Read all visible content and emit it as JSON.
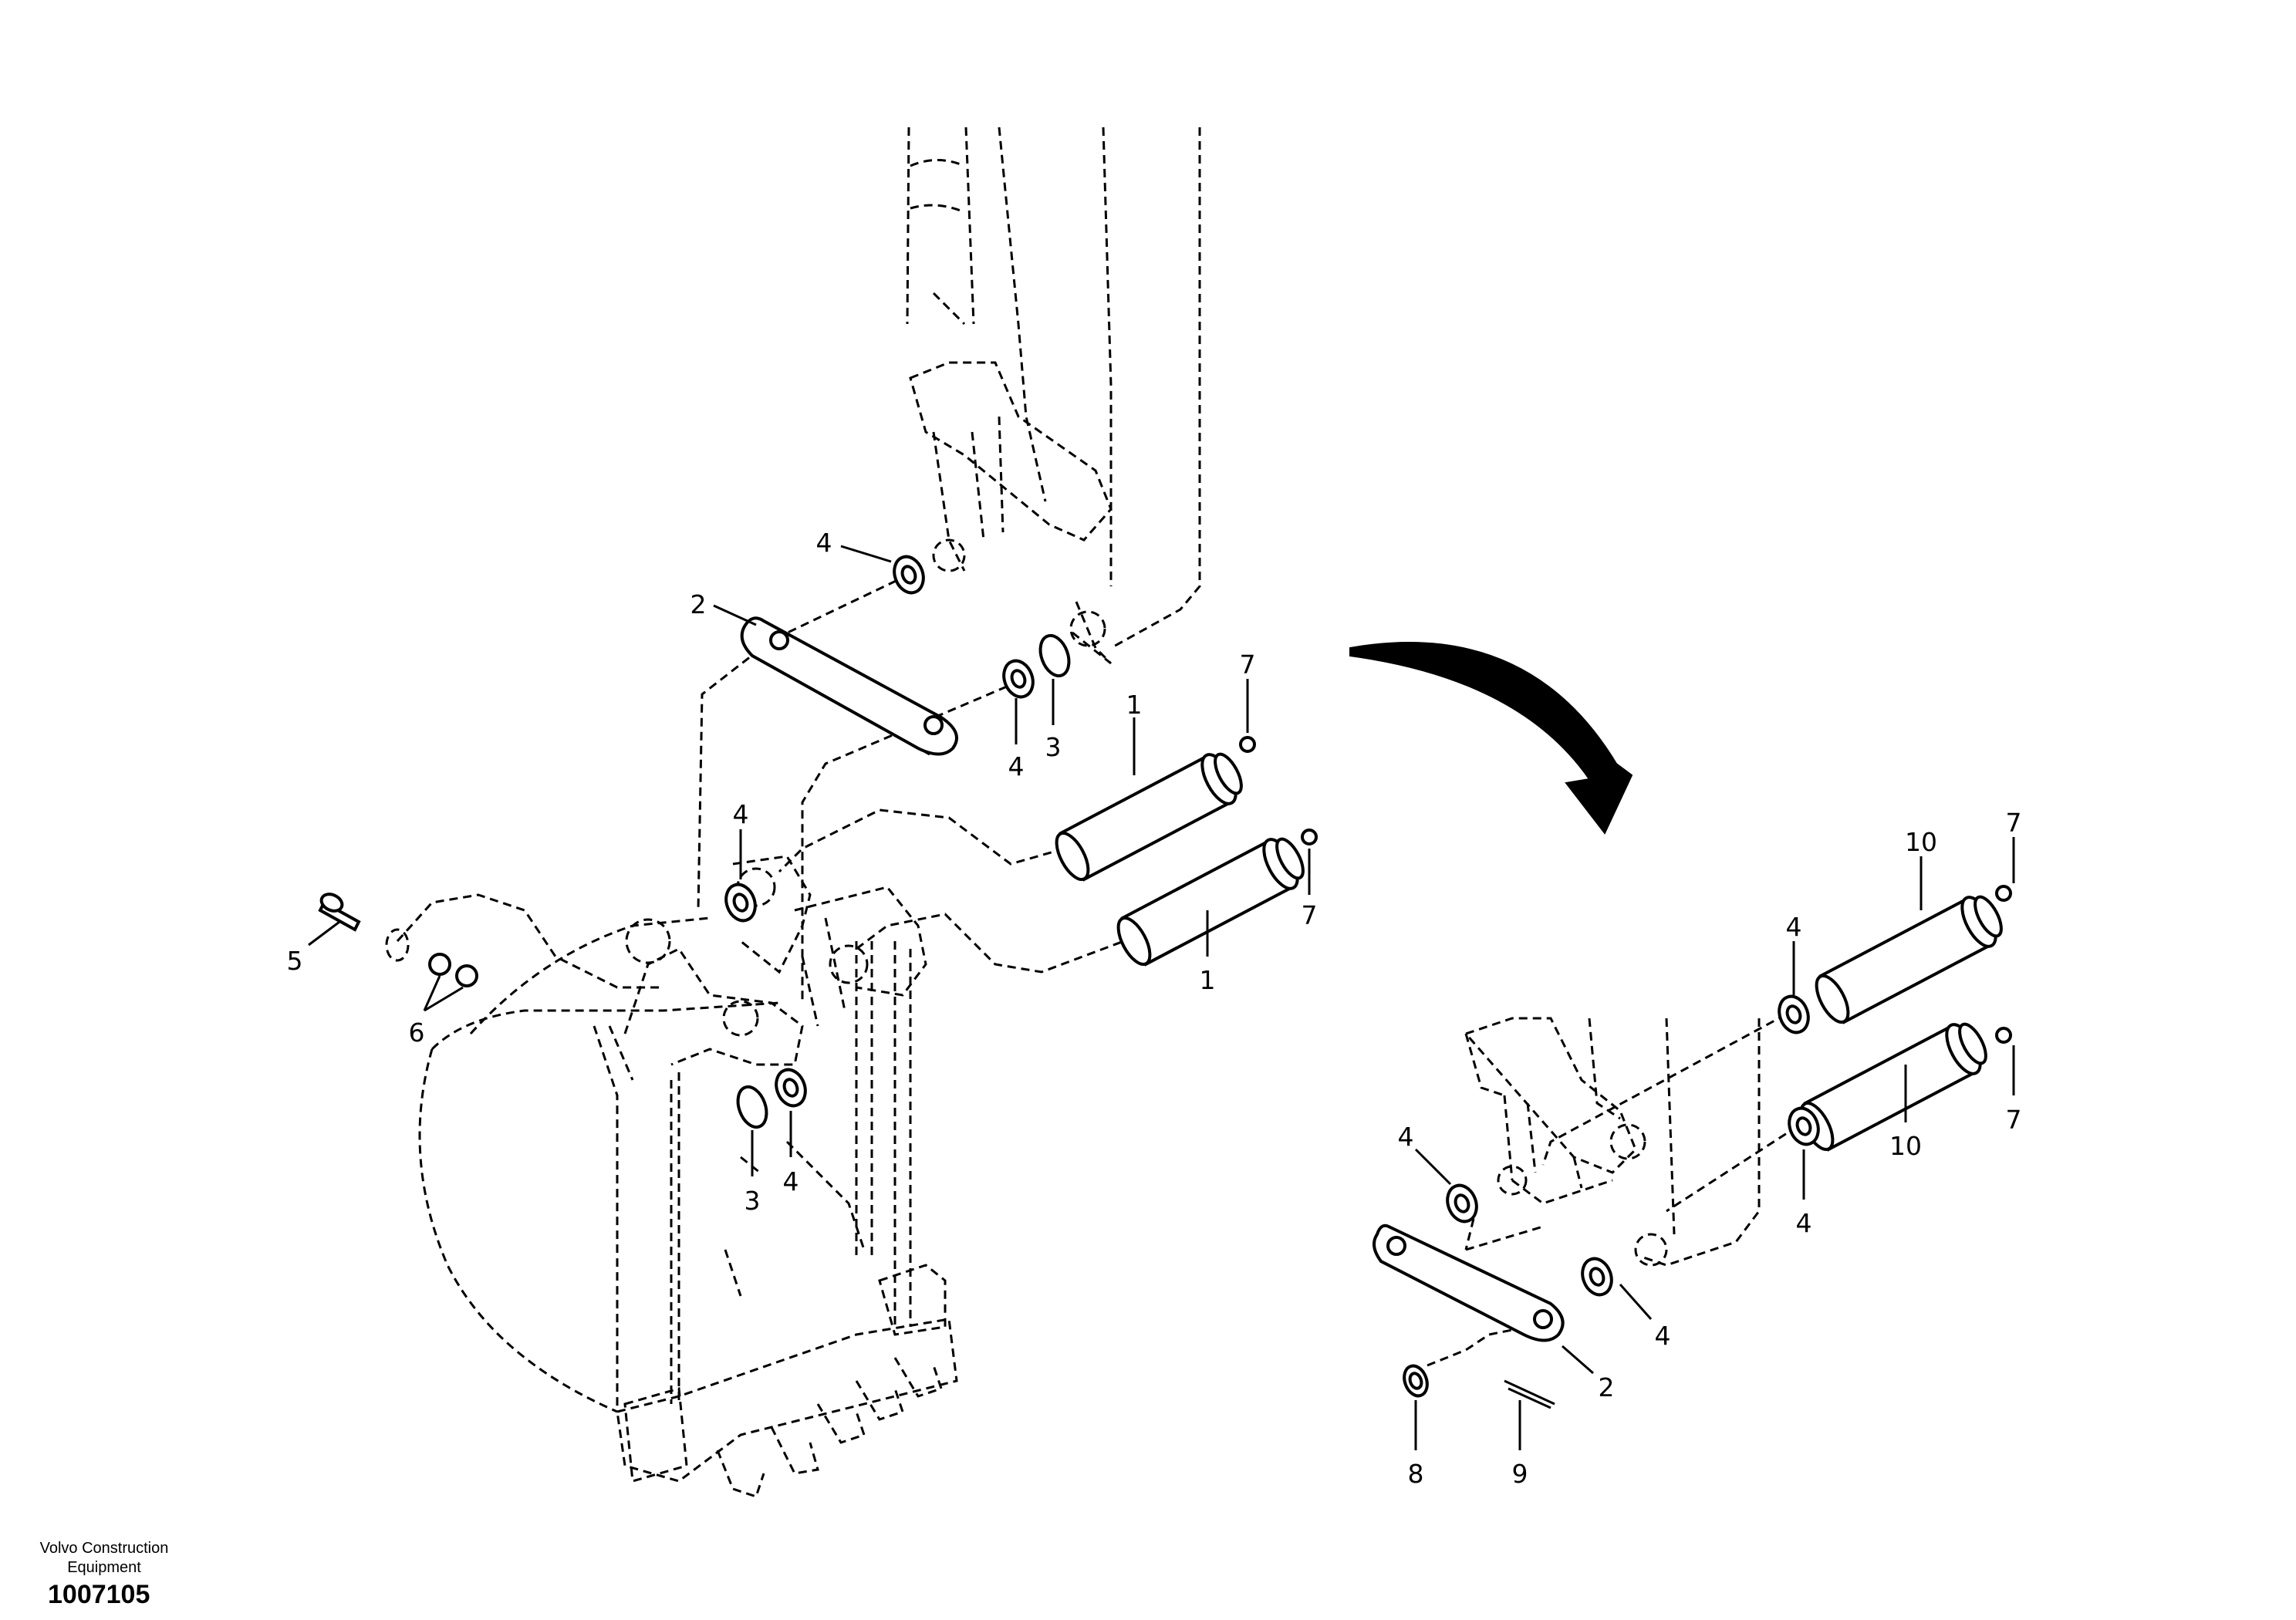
{
  "footer": {
    "company": "Volvo Construction Equipment",
    "drawing_number": "1007105"
  },
  "callouts": {
    "c1a": "1",
    "c1b": "1",
    "c2a": "2",
    "c2b": "2",
    "c3a": "3",
    "c3b": "3",
    "c4a": "4",
    "c4b": "4",
    "c4c": "4",
    "c4d": "4",
    "c4e": "4",
    "c4f": "4",
    "c4g": "4",
    "c4h": "4",
    "c5": "5",
    "c6": "6",
    "c7a": "7",
    "c7b": "7",
    "c7c": "7",
    "c7d": "7",
    "c8": "8",
    "c9": "9",
    "c10a": "10",
    "c10b": "10"
  }
}
